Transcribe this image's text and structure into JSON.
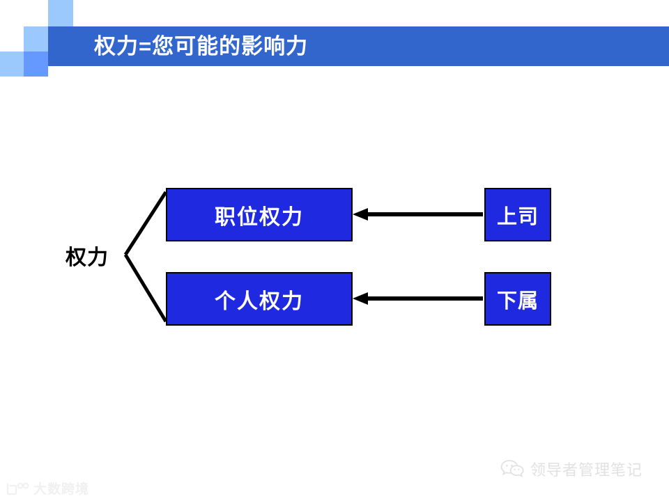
{
  "slide": {
    "title": "权力=您可能的影响力",
    "background_color": "#FFFFFF"
  },
  "header": {
    "bar_color": "#3366CC",
    "decor": {
      "light_blue": "#9BC9FD",
      "medium_blue": "#6699FF"
    }
  },
  "diagram": {
    "root": {
      "label": "权力"
    },
    "node_fill_color": "#1F2AE0",
    "node_border_color": "#000000",
    "node_text_color": "#FFFFFF",
    "branches": [
      {
        "label": "职位权力",
        "source": "上司"
      },
      {
        "label": "个人权力",
        "source": "下属"
      }
    ]
  },
  "watermarks": {
    "bottom_left": {
      "text": "大数跨境",
      "icon": "dashu-logo-icon"
    },
    "bottom_right": {
      "text": "领导者管理笔记",
      "icon": "wechat-icon"
    }
  }
}
